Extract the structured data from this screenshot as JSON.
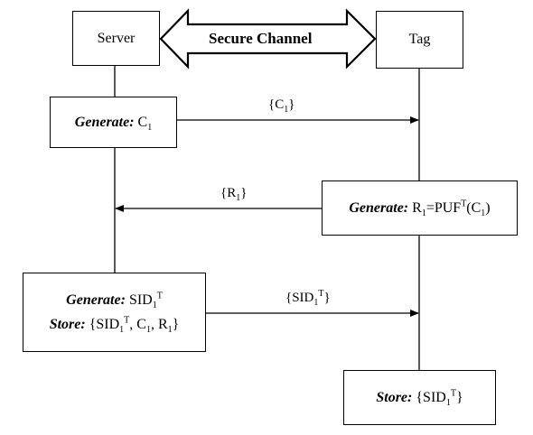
{
  "entities": {
    "server": "Server",
    "tag": "Tag"
  },
  "channel": {
    "label": "Secure Channel"
  },
  "steps": {
    "generate_keyword": "Generate:",
    "store_keyword": "Store:",
    "c1_text": "C",
    "c1_sub": "1",
    "r1_text": "R",
    "r1_sub": "1",
    "r1_eq": "=PUF",
    "r1_sup": "T",
    "r1_paren_open": "(C",
    "r1_paren_sub": "1",
    "r1_paren_close": ")",
    "sid_text": "SID",
    "sid_sub": "1",
    "sid_sup": "T",
    "store_open": "{SID",
    "store_sub": "1",
    "store_sup": "T",
    "store_rest_1": ", C",
    "store_rest_1_sub": "1",
    "store_rest_2": ", R",
    "store_rest_2_sub": "1",
    "store_close": "}",
    "tag_store_open": "{SID",
    "tag_store_sub": "1",
    "tag_store_sup": "T",
    "tag_store_close": "}"
  },
  "messages": {
    "m1_open": "{C",
    "m1_sub": "1",
    "m1_close": "}",
    "m2_open": "{R",
    "m2_sub": "1",
    "m2_close": "}",
    "m3_open": "{SID",
    "m3_sub": "1",
    "m3_sup": "T",
    "m3_close": "}"
  }
}
